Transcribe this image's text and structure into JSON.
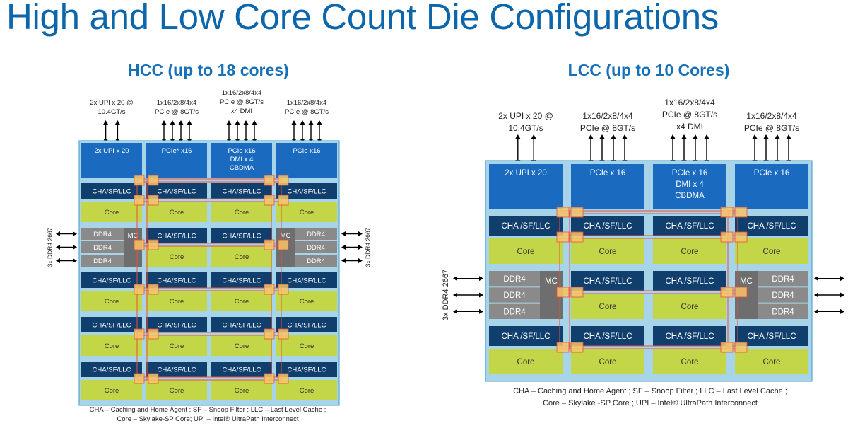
{
  "title": "High and Low Core Count Die Configurations",
  "hcc": {
    "subtitle": "HCC (up to 18 cores)",
    "top_labels": [
      [
        "2x UPI x 20 @",
        "10.4GT/s"
      ],
      [
        "1x16/2x8/4x4",
        "PCIe @ 8GT/s"
      ],
      [
        "1x16/2x8/4x4",
        "PCIe @ 8GT/s",
        "x4 DMI"
      ],
      [
        "1x16/2x8/4x4",
        "PCIe @ 8GT/s"
      ]
    ],
    "io_blocks": [
      [
        "2x UPI x 20"
      ],
      [
        "PCIe* x16"
      ],
      [
        "PCIe x16",
        "DMI x 4",
        "CBDMA"
      ],
      [
        "PCIe x16"
      ]
    ],
    "tile_upper": "CHA/SF/LLC",
    "tile_lower": "Core",
    "mc": "MC",
    "ddr": [
      "DDR4",
      "DDR4",
      "DDR4"
    ],
    "side_label": "3x DDR4 2667",
    "legend": [
      "CHA – Caching and Home Agent  ; SF – Snoop Filter ; LLC – Last Level Cache ;",
      "Core – Skylake-SP Core; UPI – Intel® UltraPath Interconnect"
    ]
  },
  "lcc": {
    "subtitle": "LCC (up to 10 Cores)",
    "top_labels": [
      [
        "2x UPI x 20 @",
        "10.4GT/s"
      ],
      [
        "1x16/2x8/4x4",
        "PCIe @ 8GT/s"
      ],
      [
        "1x16/2x8/4x4",
        "PCIe @ 8GT/s",
        "x4 DMI"
      ],
      [
        "1x16/2x8/4x4",
        "PCIe @ 8GT/s"
      ]
    ],
    "io_blocks": [
      [
        "2x UPI x 20"
      ],
      [
        "PCIe x 16"
      ],
      [
        "PCIe x 16",
        "DMI x 4",
        "CBDMA"
      ],
      [
        "PCIe x 16"
      ]
    ],
    "tile_upper": "CHA /SF/LLC",
    "tile_lower": "Core",
    "mc": "MC",
    "ddr": [
      "DDR4",
      "DDR4",
      "DDR4"
    ],
    "side_label": "3x DDR4 2667",
    "legend": [
      "CHA – Caching and Home Agent    ; SF – Snoop Filter  ; LLC – Last Level Cache   ;",
      "Core – Skylake -SP Core ; UPI – Intel® UltraPath Interconnect"
    ]
  },
  "colors": {
    "title": "#0b66ac",
    "io_block": "#1a6bbf",
    "cha_block": "#103f6e",
    "core_block": "#c3d648",
    "ddr_block": "#8a8a8a",
    "mc_block": "#6e6e6e",
    "die_background": "#a8d4ea",
    "ring": "#e8503a",
    "ring_stop": "#f7c469"
  }
}
